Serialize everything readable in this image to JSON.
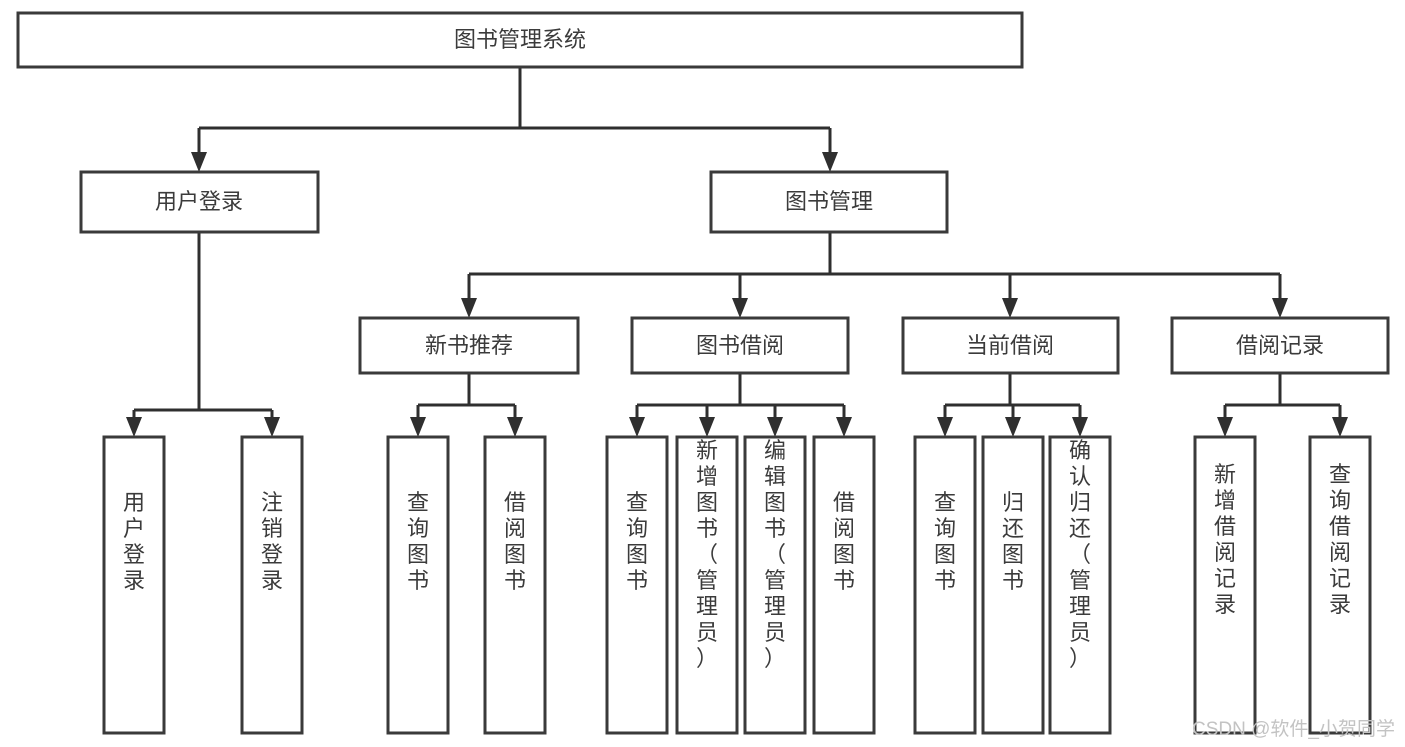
{
  "diagram": {
    "title": "图书管理系统",
    "type": "tree-hierarchy-diagram",
    "colors": {
      "box_stroke": "#3a3a3a",
      "box_fill": "#ffffff",
      "connector": "#2f2f2f",
      "text": "#3b3b3b",
      "watermark": "#c3c3c3",
      "background": "#ffffff"
    },
    "root": {
      "label": "图书管理系统"
    },
    "level1": [
      {
        "label": "用户登录"
      },
      {
        "label": "图书管理"
      }
    ],
    "level2": [
      {
        "label": "新书推荐"
      },
      {
        "label": "图书借阅"
      },
      {
        "label": "当前借阅"
      },
      {
        "label": "借阅记录"
      }
    ],
    "leaves": {
      "user_login": [
        {
          "label": "用户登录"
        },
        {
          "label": "注销登录"
        }
      ],
      "new_book_recommend": [
        {
          "label": "查询图书"
        },
        {
          "label": "借阅图书"
        }
      ],
      "book_borrow": [
        {
          "label": "查询图书"
        },
        {
          "label": "新增图书（管理员）"
        },
        {
          "label": "编辑图书（管理员）"
        },
        {
          "label": "借阅图书"
        }
      ],
      "current_borrow": [
        {
          "label": "查询图书"
        },
        {
          "label": "归还图书"
        },
        {
          "label": "确认归还（管理员）"
        }
      ],
      "borrow_record": [
        {
          "label": "新增借阅记录"
        },
        {
          "label": "查询借阅记录"
        }
      ]
    }
  },
  "watermark": {
    "text": "CSDN @软件_小贺同学"
  }
}
